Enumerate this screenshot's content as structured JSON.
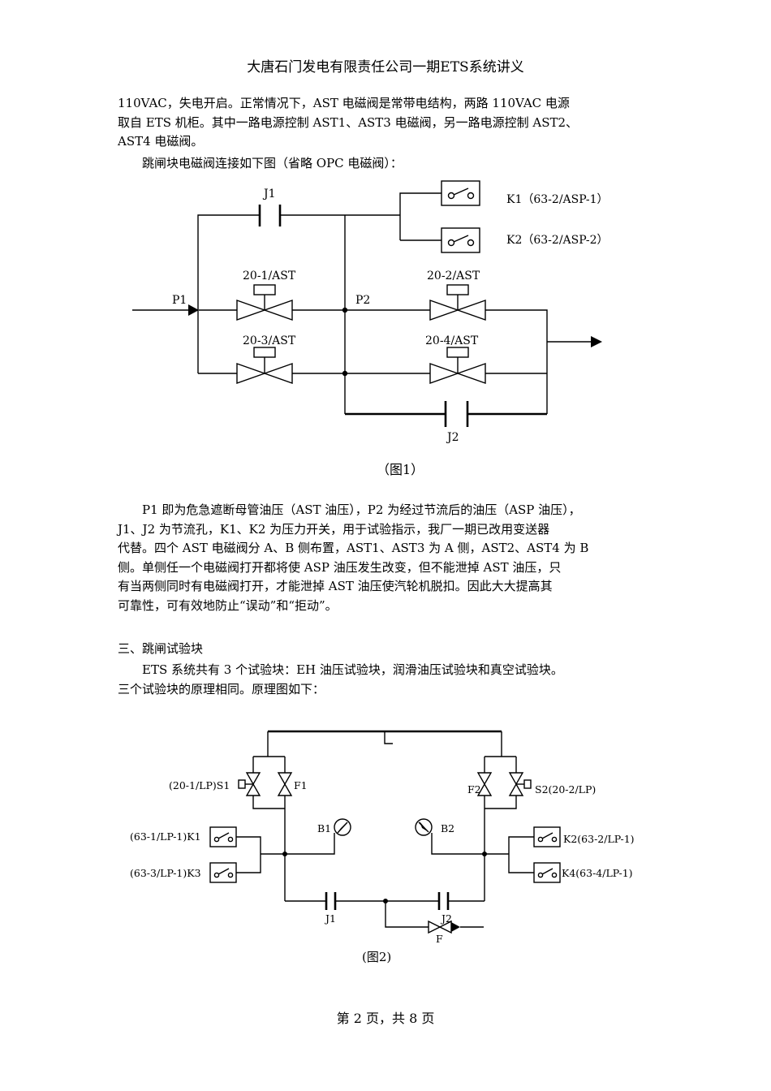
{
  "header": {
    "title": "大唐石门发电有限责任公司一期ETS系统讲义"
  },
  "para1": {
    "lines": [
      "110VAC，失电开启。正常情况下，AST 电磁阀是常带电结构，两路 110VAC 电源",
      "取自 ETS 机柜。其中一路电源控制 AST1、AST3 电磁阀，另一路电源控制 AST2、",
      "AST4 电磁阀。"
    ]
  },
  "para2": {
    "text": "跳闸块电磁阀连接如下图（省略 OPC 电磁阀）："
  },
  "figure1": {
    "caption": "（图1）",
    "labels": {
      "j1": "J1",
      "j2": "J2",
      "p1": "P1",
      "p2": "P2",
      "k1": "K1（63-2/ASP-1）",
      "k2": "K2（63-2/ASP-2）",
      "v1": "20-1/AST",
      "v2": "20-2/AST",
      "v3": "20-3/AST",
      "v4": "20-4/AST"
    }
  },
  "para3": {
    "lines": [
      "P1 即为危急遮断母管油压（AST 油压），P2 为经过节流后的油压（ASP 油压），",
      "J1、J2 为节流孔，K1、K2 为压力开关，用于试验指示，我厂一期已改用变送器",
      "代替。四个 AST 电磁阀分 A、B 侧布置，AST1、AST3 为 A 侧，AST2、AST4 为 B",
      "侧。单侧任一个电磁阀打开都将使 ASP 油压发生改变，但不能泄掉 AST 油压，只",
      "有当两侧同时有电磁阀打开，才能泄掉 AST 油压使汽轮机脱扣。因此大大提高其",
      "可靠性，可有效地防止“误动”和“拒动”。"
    ]
  },
  "section3": {
    "heading": "三、跳闸试验块"
  },
  "para4": {
    "lines": [
      "ETS 系统共有 3 个试验块：EH 油压试验块，润滑油压试验块和真空试验块。",
      "三个试验块的原理相同。原理图如下："
    ]
  },
  "figure2": {
    "caption": "(图2)",
    "labels": {
      "s1": "(20-1/LP)S1",
      "f1": "F1",
      "f2": "F2",
      "s2": "S2(20-2/LP)",
      "b1": "B1",
      "b2": "B2",
      "k1": "(63-1/LP-1)K1",
      "k3": "(63-3/LP-1)K3",
      "k2": "K2(63-2/LP-1)",
      "k4": "K4(63-4/LP-1)",
      "j1": "J1",
      "j2": "J2",
      "f": "F"
    }
  },
  "footer": {
    "text": "第 2 页，共 8 页"
  }
}
